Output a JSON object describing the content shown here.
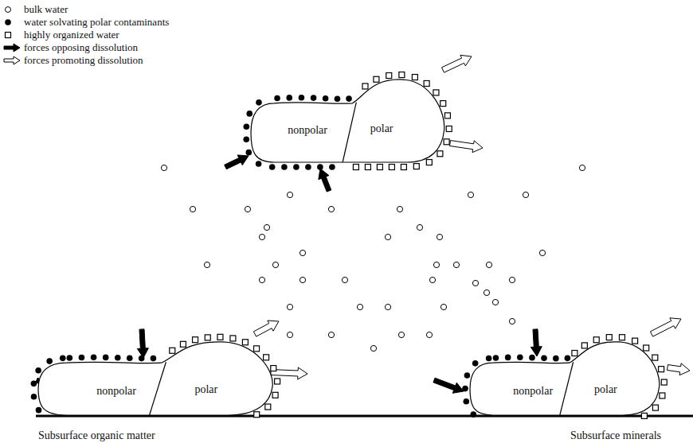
{
  "diagram": {
    "nodes": [
      {
        "text": [
          "nonpolar",
          "polar"
        ]
      },
      {
        "text": [
          "nonpolar",
          "polar"
        ]
      },
      {
        "text": [
          "nonpolar",
          "polar"
        ]
      }
    ],
    "labels": [
      "Subsurface organic matter",
      "Subsurface minerals"
    ],
    "legend": [
      {
        "text": "bulk water"
      },
      {
        "text": "water solvating polar contaminants"
      },
      {
        "text": "highly organized water"
      },
      {
        "text": "forces opposing dissolution"
      },
      {
        "text": "forces promoting dissolution"
      }
    ]
  }
}
